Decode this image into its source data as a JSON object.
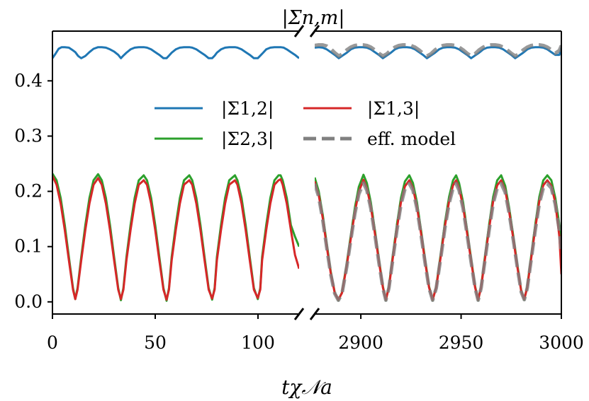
{
  "chart_data": {
    "type": "line",
    "title": "|Σn,m|",
    "xlabel": "tχ𝒩a",
    "ylabel": "",
    "grid": false,
    "legend": {
      "position": "center",
      "columns": 2,
      "entries": [
        {
          "label": "|Σ1,2|",
          "color": "#1f77b4",
          "dash": false
        },
        {
          "label": "|Σ1,3|",
          "color": "#d62728",
          "dash": false
        },
        {
          "label": "|Σ2,3|",
          "color": "#2ca02c",
          "dash": false
        },
        {
          "label": "eff. model",
          "color": "#808080",
          "dash": true
        }
      ]
    },
    "ylim": [
      -0.022,
      0.49
    ],
    "yticks": [
      0.0,
      0.1,
      0.2,
      0.3,
      0.4
    ],
    "ytick_labels": [
      "0.0",
      "0.1",
      "0.2",
      "0.3",
      "0.4"
    ],
    "panels": [
      {
        "xlim": [
          0,
          120
        ],
        "xticks": [
          0,
          50,
          100
        ],
        "xtick_labels": [
          "0",
          "50",
          "100"
        ]
      },
      {
        "xlim": [
          2877,
          3000
        ],
        "xticks": [
          2900,
          2950,
          3000
        ],
        "xtick_labels": [
          "2900",
          "2950",
          "3000"
        ]
      }
    ],
    "series": [
      {
        "name": "|Σ1,2|",
        "color": "#1f77b4",
        "panel": 0,
        "x": [
          0,
          1.5,
          3,
          4.5,
          6,
          8,
          10,
          11.1,
          12.5,
          14,
          16,
          18,
          20,
          22.2,
          24,
          26,
          28,
          30,
          32,
          33.3,
          34.6,
          36,
          38,
          40,
          42,
          44.4,
          46,
          48,
          50,
          52,
          54,
          55.5,
          56.8,
          58,
          60,
          62,
          64,
          66.6,
          68,
          70,
          72,
          74,
          76,
          77.7,
          79,
          80,
          82,
          84,
          86,
          88.8,
          90,
          92,
          94,
          96,
          98,
          99.9,
          101.2,
          102.5,
          104,
          106,
          108,
          111,
          112.5,
          114,
          116,
          118,
          120
        ],
        "y": [
          0.441,
          0.449,
          0.458,
          0.461,
          0.461,
          0.46,
          0.455,
          0.452,
          0.445,
          0.441,
          0.445,
          0.452,
          0.458,
          0.461,
          0.461,
          0.46,
          0.457,
          0.453,
          0.447,
          0.441,
          0.446,
          0.451,
          0.457,
          0.46,
          0.461,
          0.461,
          0.46,
          0.457,
          0.452,
          0.447,
          0.441,
          0.441,
          0.446,
          0.451,
          0.457,
          0.46,
          0.461,
          0.461,
          0.46,
          0.457,
          0.452,
          0.447,
          0.441,
          0.441,
          0.446,
          0.451,
          0.457,
          0.46,
          0.461,
          0.461,
          0.46,
          0.457,
          0.452,
          0.447,
          0.441,
          0.441,
          0.446,
          0.451,
          0.457,
          0.46,
          0.461,
          0.461,
          0.46,
          0.457,
          0.452,
          0.447,
          0.441
        ]
      },
      {
        "name": "|Σ1,2|",
        "color": "#1f77b4",
        "panel": 1,
        "x": [
          2877,
          2879,
          2881,
          2883,
          2885,
          2887,
          2889,
          2891,
          2893,
          2895,
          2897,
          2899,
          2901,
          2903,
          2905,
          2907,
          2909,
          2911,
          2913,
          2915,
          2917,
          2919,
          2921,
          2923,
          2925,
          2927,
          2929,
          2931,
          2933,
          2935,
          2937,
          2939,
          2941,
          2943,
          2945,
          2947,
          2949,
          2951,
          2953,
          2955,
          2957,
          2959,
          2961,
          2963,
          2965,
          2967,
          2969,
          2971,
          2973,
          2975,
          2977,
          2979,
          2981,
          2983,
          2985,
          2987,
          2989,
          2991,
          2993,
          2995,
          2997,
          2999,
          3000
        ],
        "y": [
          0.46,
          0.461,
          0.46,
          0.457,
          0.452,
          0.447,
          0.441,
          0.446,
          0.451,
          0.457,
          0.46,
          0.461,
          0.461,
          0.46,
          0.457,
          0.452,
          0.447,
          0.441,
          0.446,
          0.451,
          0.457,
          0.46,
          0.461,
          0.461,
          0.46,
          0.457,
          0.452,
          0.447,
          0.441,
          0.446,
          0.451,
          0.457,
          0.46,
          0.461,
          0.461,
          0.46,
          0.457,
          0.452,
          0.447,
          0.441,
          0.446,
          0.451,
          0.457,
          0.46,
          0.461,
          0.461,
          0.46,
          0.457,
          0.452,
          0.447,
          0.441,
          0.446,
          0.451,
          0.457,
          0.46,
          0.461,
          0.461,
          0.46,
          0.457,
          0.452,
          0.447,
          0.447,
          0.46
        ]
      },
      {
        "name": "eff. model",
        "color": "#808080",
        "dash": true,
        "panel": 1,
        "x": [
          2877,
          2879,
          2881,
          2883,
          2885,
          2887,
          2889,
          2891,
          2893,
          2895,
          2897,
          2899,
          2901,
          2903,
          2905,
          2907,
          2909,
          2911,
          2913,
          2915,
          2917,
          2919,
          2921,
          2923,
          2925,
          2927,
          2929,
          2931,
          2933,
          2935,
          2937,
          2939,
          2941,
          2943,
          2945,
          2947,
          2949,
          2951,
          2953,
          2955,
          2957,
          2959,
          2961,
          2963,
          2965,
          2967,
          2969,
          2971,
          2973,
          2975,
          2977,
          2979,
          2981,
          2983,
          2985,
          2987,
          2989,
          2991,
          2993,
          2995,
          2997,
          2999,
          3000
        ],
        "y": [
          0.464,
          0.465,
          0.465,
          0.463,
          0.458,
          0.451,
          0.445,
          0.449,
          0.456,
          0.461,
          0.464,
          0.465,
          0.465,
          0.464,
          0.461,
          0.456,
          0.45,
          0.445,
          0.449,
          0.456,
          0.461,
          0.464,
          0.465,
          0.465,
          0.464,
          0.461,
          0.456,
          0.45,
          0.445,
          0.449,
          0.456,
          0.461,
          0.464,
          0.465,
          0.465,
          0.464,
          0.461,
          0.456,
          0.45,
          0.445,
          0.449,
          0.456,
          0.461,
          0.464,
          0.465,
          0.465,
          0.464,
          0.461,
          0.456,
          0.45,
          0.445,
          0.449,
          0.456,
          0.461,
          0.464,
          0.465,
          0.465,
          0.464,
          0.461,
          0.456,
          0.45,
          0.455,
          0.464
        ]
      },
      {
        "name": "|Σ2,3|",
        "color": "#2ca02c",
        "panel": 0,
        "x": [
          0,
          2,
          4,
          6,
          8,
          10,
          11.1,
          12.2,
          14,
          16,
          18,
          20,
          22.2,
          24,
          26,
          28,
          30,
          32,
          33.3,
          34.5,
          36,
          38,
          40,
          42,
          44.4,
          46,
          48,
          50,
          52,
          54,
          55.5,
          56.7,
          58,
          60,
          62,
          64,
          66.6,
          68,
          70,
          72,
          74,
          76,
          77.7,
          78.9,
          80,
          82,
          84,
          86,
          88.8,
          90,
          92,
          94,
          96,
          98,
          99.9,
          101.1,
          102,
          104,
          106,
          108,
          110,
          111,
          112,
          114,
          116,
          118,
          120
        ],
        "y": [
          0.232,
          0.22,
          0.188,
          0.139,
          0.081,
          0.025,
          0.005,
          0.025,
          0.081,
          0.139,
          0.188,
          0.22,
          0.231,
          0.22,
          0.188,
          0.139,
          0.081,
          0.025,
          0.003,
          0.025,
          0.081,
          0.139,
          0.188,
          0.22,
          0.229,
          0.22,
          0.188,
          0.139,
          0.081,
          0.025,
          0.002,
          0.025,
          0.081,
          0.139,
          0.188,
          0.22,
          0.229,
          0.22,
          0.188,
          0.139,
          0.081,
          0.025,
          0.004,
          0.025,
          0.081,
          0.139,
          0.188,
          0.22,
          0.229,
          0.22,
          0.188,
          0.139,
          0.081,
          0.025,
          0.005,
          0.025,
          0.081,
          0.139,
          0.188,
          0.22,
          0.229,
          0.229,
          0.22,
          0.188,
          0.139,
          0.118,
          0.1
        ]
      },
      {
        "name": "|Σ1,3|",
        "color": "#d62728",
        "panel": 0,
        "x": [
          0,
          2,
          4,
          6,
          8,
          10,
          11.1,
          12.2,
          14,
          16,
          18,
          20,
          22.2,
          24,
          26,
          28,
          30,
          32,
          33.3,
          34.5,
          36,
          38,
          40,
          42,
          44.4,
          46,
          48,
          50,
          52,
          54,
          55.5,
          56.7,
          58,
          60,
          62,
          64,
          66.6,
          68,
          70,
          72,
          74,
          76,
          77.7,
          78.9,
          80,
          82,
          84,
          86,
          88.8,
          90,
          92,
          94,
          96,
          98,
          99.9,
          101.1,
          102,
          104,
          106,
          108,
          110,
          111,
          112,
          114,
          116,
          118,
          120
        ],
        "y": [
          0.228,
          0.212,
          0.178,
          0.13,
          0.075,
          0.022,
          0.005,
          0.022,
          0.075,
          0.13,
          0.178,
          0.212,
          0.224,
          0.212,
          0.178,
          0.13,
          0.075,
          0.022,
          0.005,
          0.022,
          0.075,
          0.13,
          0.178,
          0.212,
          0.22,
          0.212,
          0.178,
          0.13,
          0.075,
          0.022,
          0.004,
          0.022,
          0.075,
          0.13,
          0.178,
          0.212,
          0.22,
          0.212,
          0.178,
          0.13,
          0.075,
          0.022,
          0.006,
          0.022,
          0.075,
          0.13,
          0.178,
          0.212,
          0.22,
          0.212,
          0.178,
          0.13,
          0.075,
          0.022,
          0.007,
          0.022,
          0.075,
          0.13,
          0.178,
          0.212,
          0.22,
          0.222,
          0.212,
          0.178,
          0.13,
          0.085,
          0.06
        ]
      },
      {
        "name": "|Σ2,3|",
        "color": "#2ca02c",
        "panel": 1,
        "x": [
          2877,
          2879,
          2881,
          2883,
          2885,
          2887,
          2888.8,
          2890.6,
          2893,
          2895,
          2897,
          2899,
          2901.3,
          2903,
          2905,
          2907,
          2909,
          2911,
          2912.5,
          2914,
          2916,
          2918,
          2920,
          2922,
          2924.2,
          2926,
          2928,
          2930,
          2932,
          2934,
          2935.8,
          2937.6,
          2940,
          2942,
          2944,
          2946,
          2947.5,
          2949,
          2951,
          2953,
          2955,
          2957,
          2958.5,
          2960,
          2962,
          2964,
          2966,
          2968,
          2970,
          2972,
          2974,
          2976,
          2978,
          2980,
          2981.5,
          2983,
          2985,
          2987,
          2989,
          2991,
          2993,
          2995,
          2997,
          2999,
          3000
        ],
        "y": [
          0.225,
          0.2,
          0.158,
          0.105,
          0.055,
          0.017,
          0.003,
          0.017,
          0.07,
          0.12,
          0.17,
          0.208,
          0.23,
          0.215,
          0.18,
          0.13,
          0.078,
          0.028,
          0.003,
          0.028,
          0.085,
          0.14,
          0.188,
          0.218,
          0.229,
          0.215,
          0.18,
          0.13,
          0.078,
          0.028,
          0.003,
          0.028,
          0.09,
          0.145,
          0.19,
          0.22,
          0.229,
          0.215,
          0.18,
          0.13,
          0.078,
          0.028,
          0.003,
          0.028,
          0.085,
          0.14,
          0.19,
          0.22,
          0.229,
          0.21,
          0.17,
          0.12,
          0.068,
          0.02,
          0.004,
          0.028,
          0.085,
          0.14,
          0.19,
          0.22,
          0.229,
          0.22,
          0.188,
          0.14,
          0.11
        ]
      },
      {
        "name": "|Σ1,3|",
        "color": "#d62728",
        "panel": 1,
        "x": [
          2877,
          2879,
          2881,
          2883,
          2885,
          2887,
          2888.8,
          2890.6,
          2893,
          2895,
          2897,
          2899,
          2901.3,
          2903,
          2905,
          2907,
          2909,
          2911,
          2912.5,
          2914,
          2916,
          2918,
          2920,
          2922,
          2924.2,
          2926,
          2928,
          2930,
          2932,
          2934,
          2935.8,
          2937.6,
          2940,
          2942,
          2944,
          2946,
          2947.5,
          2949,
          2951,
          2953,
          2955,
          2957,
          2958.5,
          2960,
          2962,
          2964,
          2966,
          2968,
          2970,
          2972,
          2974,
          2976,
          2978,
          2980,
          2981.5,
          2983,
          2985,
          2987,
          2989,
          2991,
          2993,
          2995,
          2997,
          2999,
          3000
        ],
        "y": [
          0.218,
          0.193,
          0.152,
          0.1,
          0.052,
          0.016,
          0.004,
          0.016,
          0.066,
          0.114,
          0.162,
          0.199,
          0.221,
          0.206,
          0.172,
          0.124,
          0.074,
          0.026,
          0.004,
          0.026,
          0.08,
          0.133,
          0.18,
          0.209,
          0.22,
          0.206,
          0.172,
          0.124,
          0.074,
          0.026,
          0.004,
          0.026,
          0.085,
          0.138,
          0.182,
          0.211,
          0.22,
          0.206,
          0.172,
          0.124,
          0.074,
          0.026,
          0.004,
          0.026,
          0.08,
          0.133,
          0.182,
          0.211,
          0.22,
          0.202,
          0.163,
          0.115,
          0.064,
          0.019,
          0.005,
          0.026,
          0.08,
          0.133,
          0.182,
          0.211,
          0.22,
          0.21,
          0.179,
          0.118,
          0.05
        ]
      },
      {
        "name": "eff. model",
        "color": "#808080",
        "dash": true,
        "panel": 1,
        "x": [
          2877,
          2879,
          2881,
          2883,
          2885,
          2887,
          2888.8,
          2890.6,
          2893,
          2895,
          2897,
          2899,
          2901.3,
          2903,
          2905,
          2907,
          2909,
          2911,
          2912.5,
          2914,
          2916,
          2918,
          2920,
          2922,
          2924.2,
          2926,
          2928,
          2930,
          2932,
          2934,
          2935.8,
          2937.6,
          2940,
          2942,
          2944,
          2946,
          2947.5,
          2949,
          2951,
          2953,
          2955,
          2957,
          2958.5,
          2960,
          2962,
          2964,
          2966,
          2968,
          2970,
          2972,
          2974,
          2976,
          2978,
          2980,
          2981.5,
          2983,
          2985,
          2987,
          2989,
          2991,
          2993,
          2995,
          2997,
          2999,
          3000
        ],
        "y": [
          0.214,
          0.19,
          0.149,
          0.098,
          0.05,
          0.015,
          0.003,
          0.015,
          0.064,
          0.112,
          0.159,
          0.195,
          0.215,
          0.202,
          0.169,
          0.122,
          0.072,
          0.025,
          0.003,
          0.025,
          0.078,
          0.13,
          0.176,
          0.204,
          0.214,
          0.202,
          0.169,
          0.122,
          0.072,
          0.025,
          0.003,
          0.025,
          0.083,
          0.135,
          0.178,
          0.206,
          0.214,
          0.202,
          0.169,
          0.122,
          0.072,
          0.025,
          0.003,
          0.025,
          0.078,
          0.13,
          0.178,
          0.206,
          0.214,
          0.198,
          0.16,
          0.113,
          0.063,
          0.018,
          0.004,
          0.025,
          0.078,
          0.13,
          0.178,
          0.206,
          0.214,
          0.206,
          0.176,
          0.13,
          0.09
        ]
      }
    ]
  }
}
